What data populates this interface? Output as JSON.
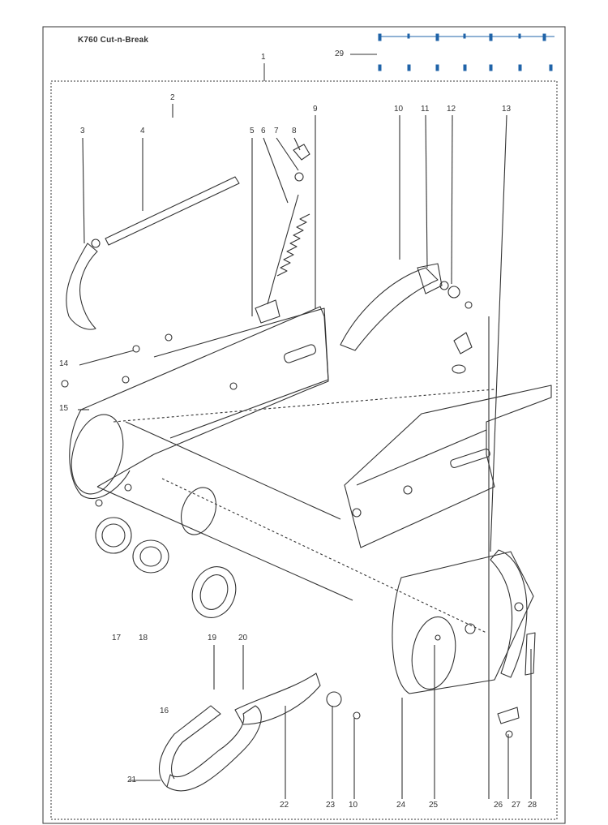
{
  "title": "K760 Cut-n-Break",
  "callouts": {
    "c1": "1",
    "c2": "2",
    "c3": "3",
    "c4": "4",
    "c5": "5",
    "c6": "6",
    "c7": "7",
    "c8": "8",
    "c9": "9",
    "c10a": "10",
    "c11": "11",
    "c12": "12",
    "c13": "13",
    "c14": "14",
    "c15": "15",
    "c16": "16",
    "c17": "17",
    "c18": "18",
    "c19": "19",
    "c20": "20",
    "c21": "21",
    "c22": "22",
    "c23": "23",
    "c10b": "10",
    "c24": "24",
    "c25": "25",
    "c26": "26",
    "c27": "27",
    "c28": "28",
    "c29": "29"
  },
  "colors": {
    "line": "#333333",
    "accent": "#1f63a8",
    "fill": "#ffffff",
    "shade": "#555555"
  }
}
